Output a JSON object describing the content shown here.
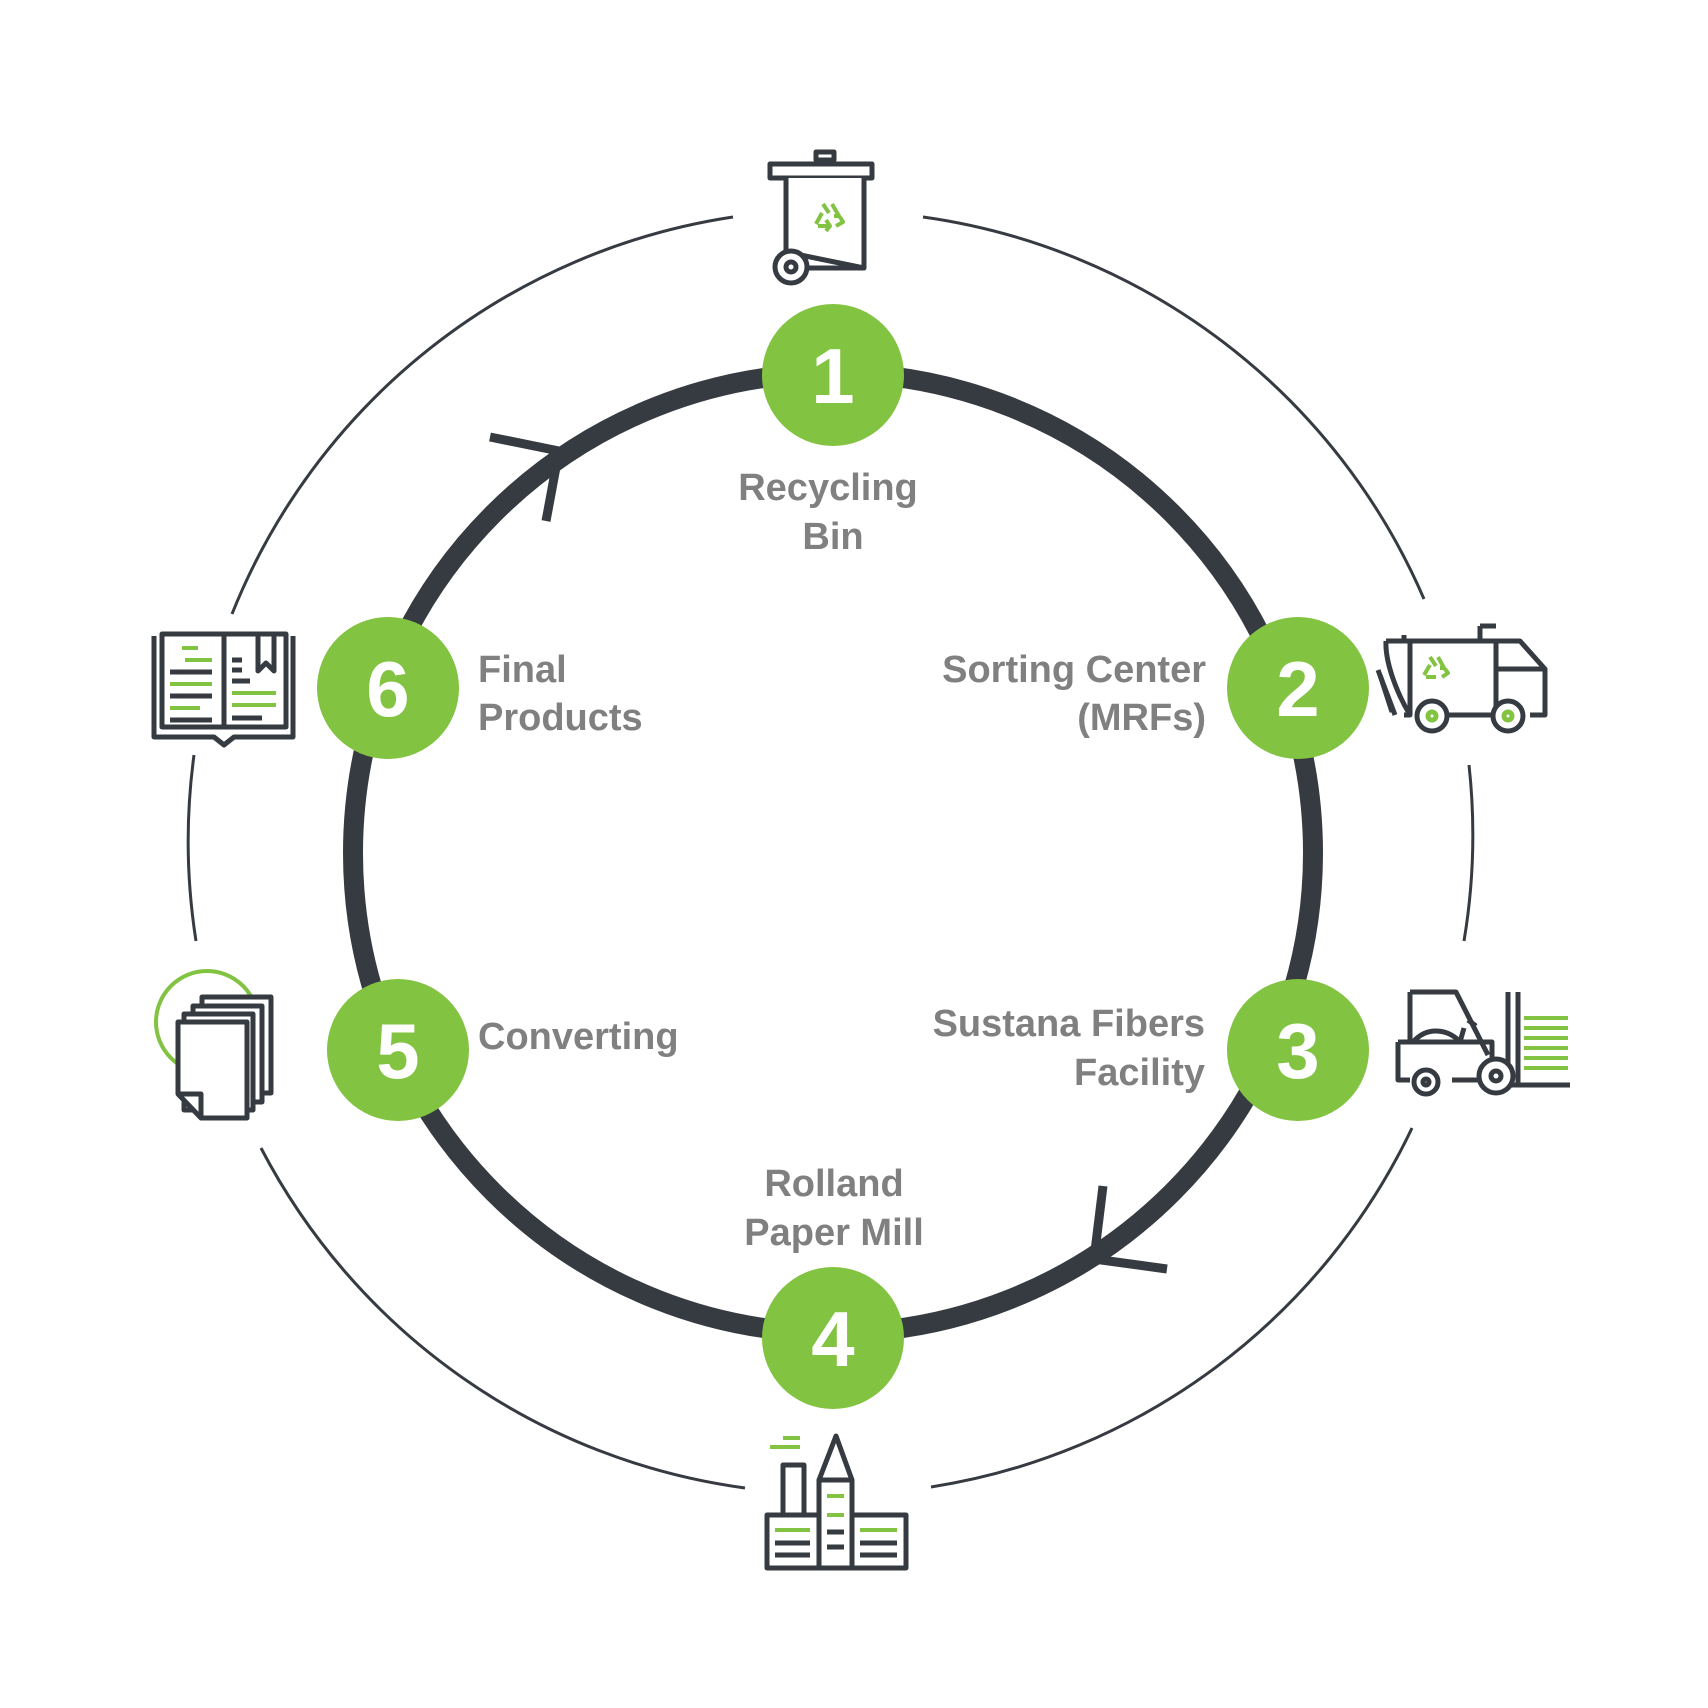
{
  "colors": {
    "accent": "#82c341",
    "ring": "#363b42",
    "label": "#808080",
    "number_text": "#ffffff"
  },
  "steps": [
    {
      "number": "1",
      "label_lines": [
        "Recycling",
        "Bin"
      ],
      "icon": "recycling-bin-icon"
    },
    {
      "number": "2",
      "label_lines": [
        "Sorting Center",
        "(MRFs)"
      ],
      "icon": "recycling-truck-icon"
    },
    {
      "number": "3",
      "label_lines": [
        "Sustana Fibers",
        "Facility"
      ],
      "icon": "forklift-icon"
    },
    {
      "number": "4",
      "label_lines": [
        "Rolland",
        "Paper Mill"
      ],
      "icon": "paper-mill-icon"
    },
    {
      "number": "5",
      "label_lines": [
        "Converting"
      ],
      "icon": "paper-sheets-icon"
    },
    {
      "number": "6",
      "label_lines": [
        "Final",
        "Products"
      ],
      "icon": "open-book-icon"
    }
  ]
}
